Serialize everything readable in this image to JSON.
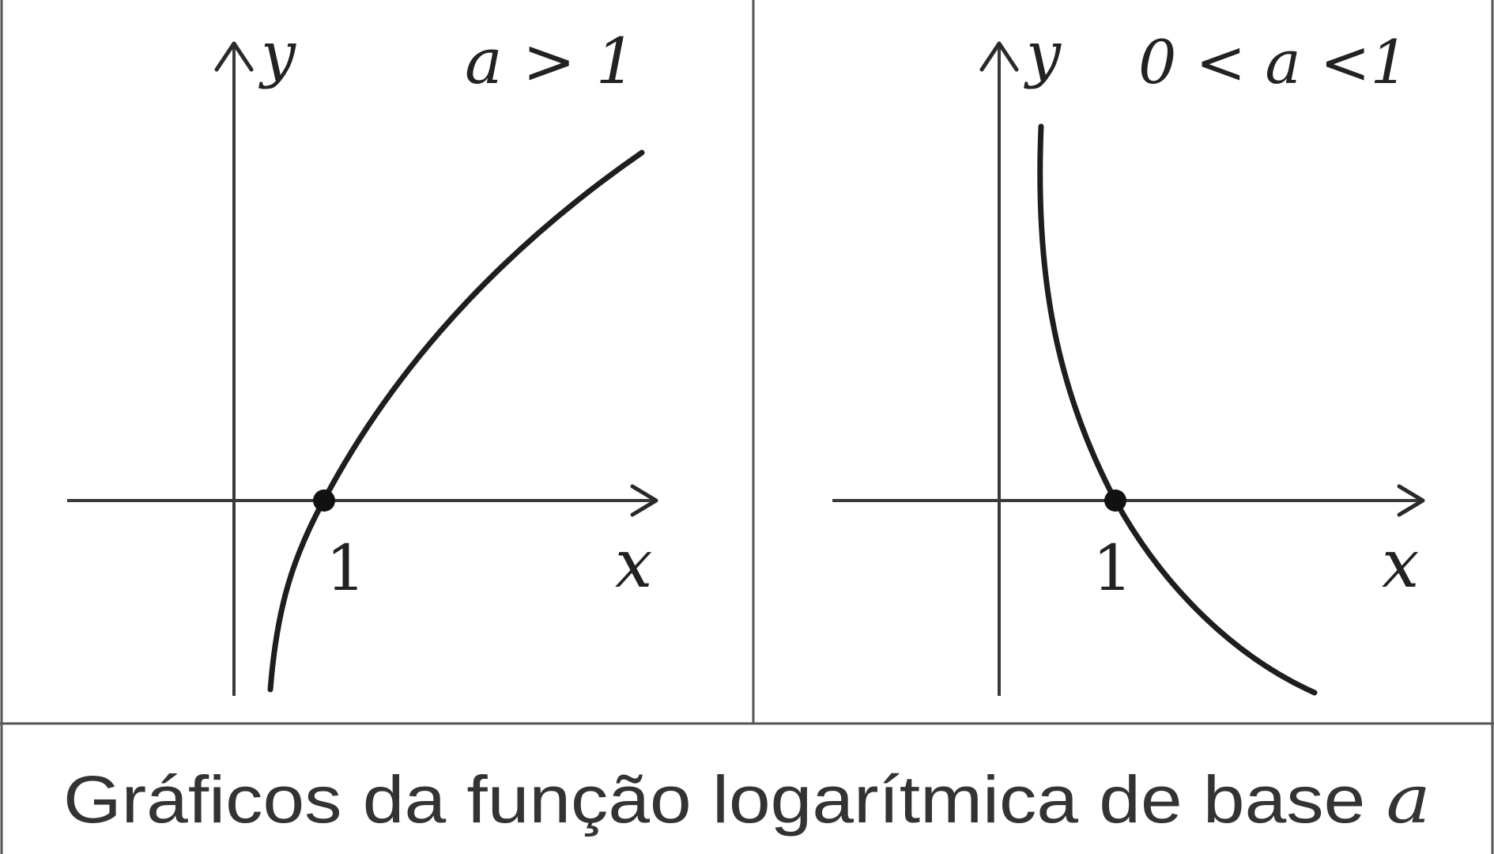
{
  "panels": [
    {
      "condition": "a > 1",
      "y_axis_label": "y",
      "x_axis_label": "x",
      "point_label": "1"
    },
    {
      "condition": "0 < a <1",
      "y_axis_label": "y",
      "x_axis_label": "x",
      "point_label": "1"
    }
  ],
  "caption": {
    "text": "Gráficos da função logarítmica de base",
    "variable": "a"
  },
  "colors": {
    "curve": "#1e1e1e",
    "axis": "#3a3a3a",
    "frame": "#555555"
  }
}
